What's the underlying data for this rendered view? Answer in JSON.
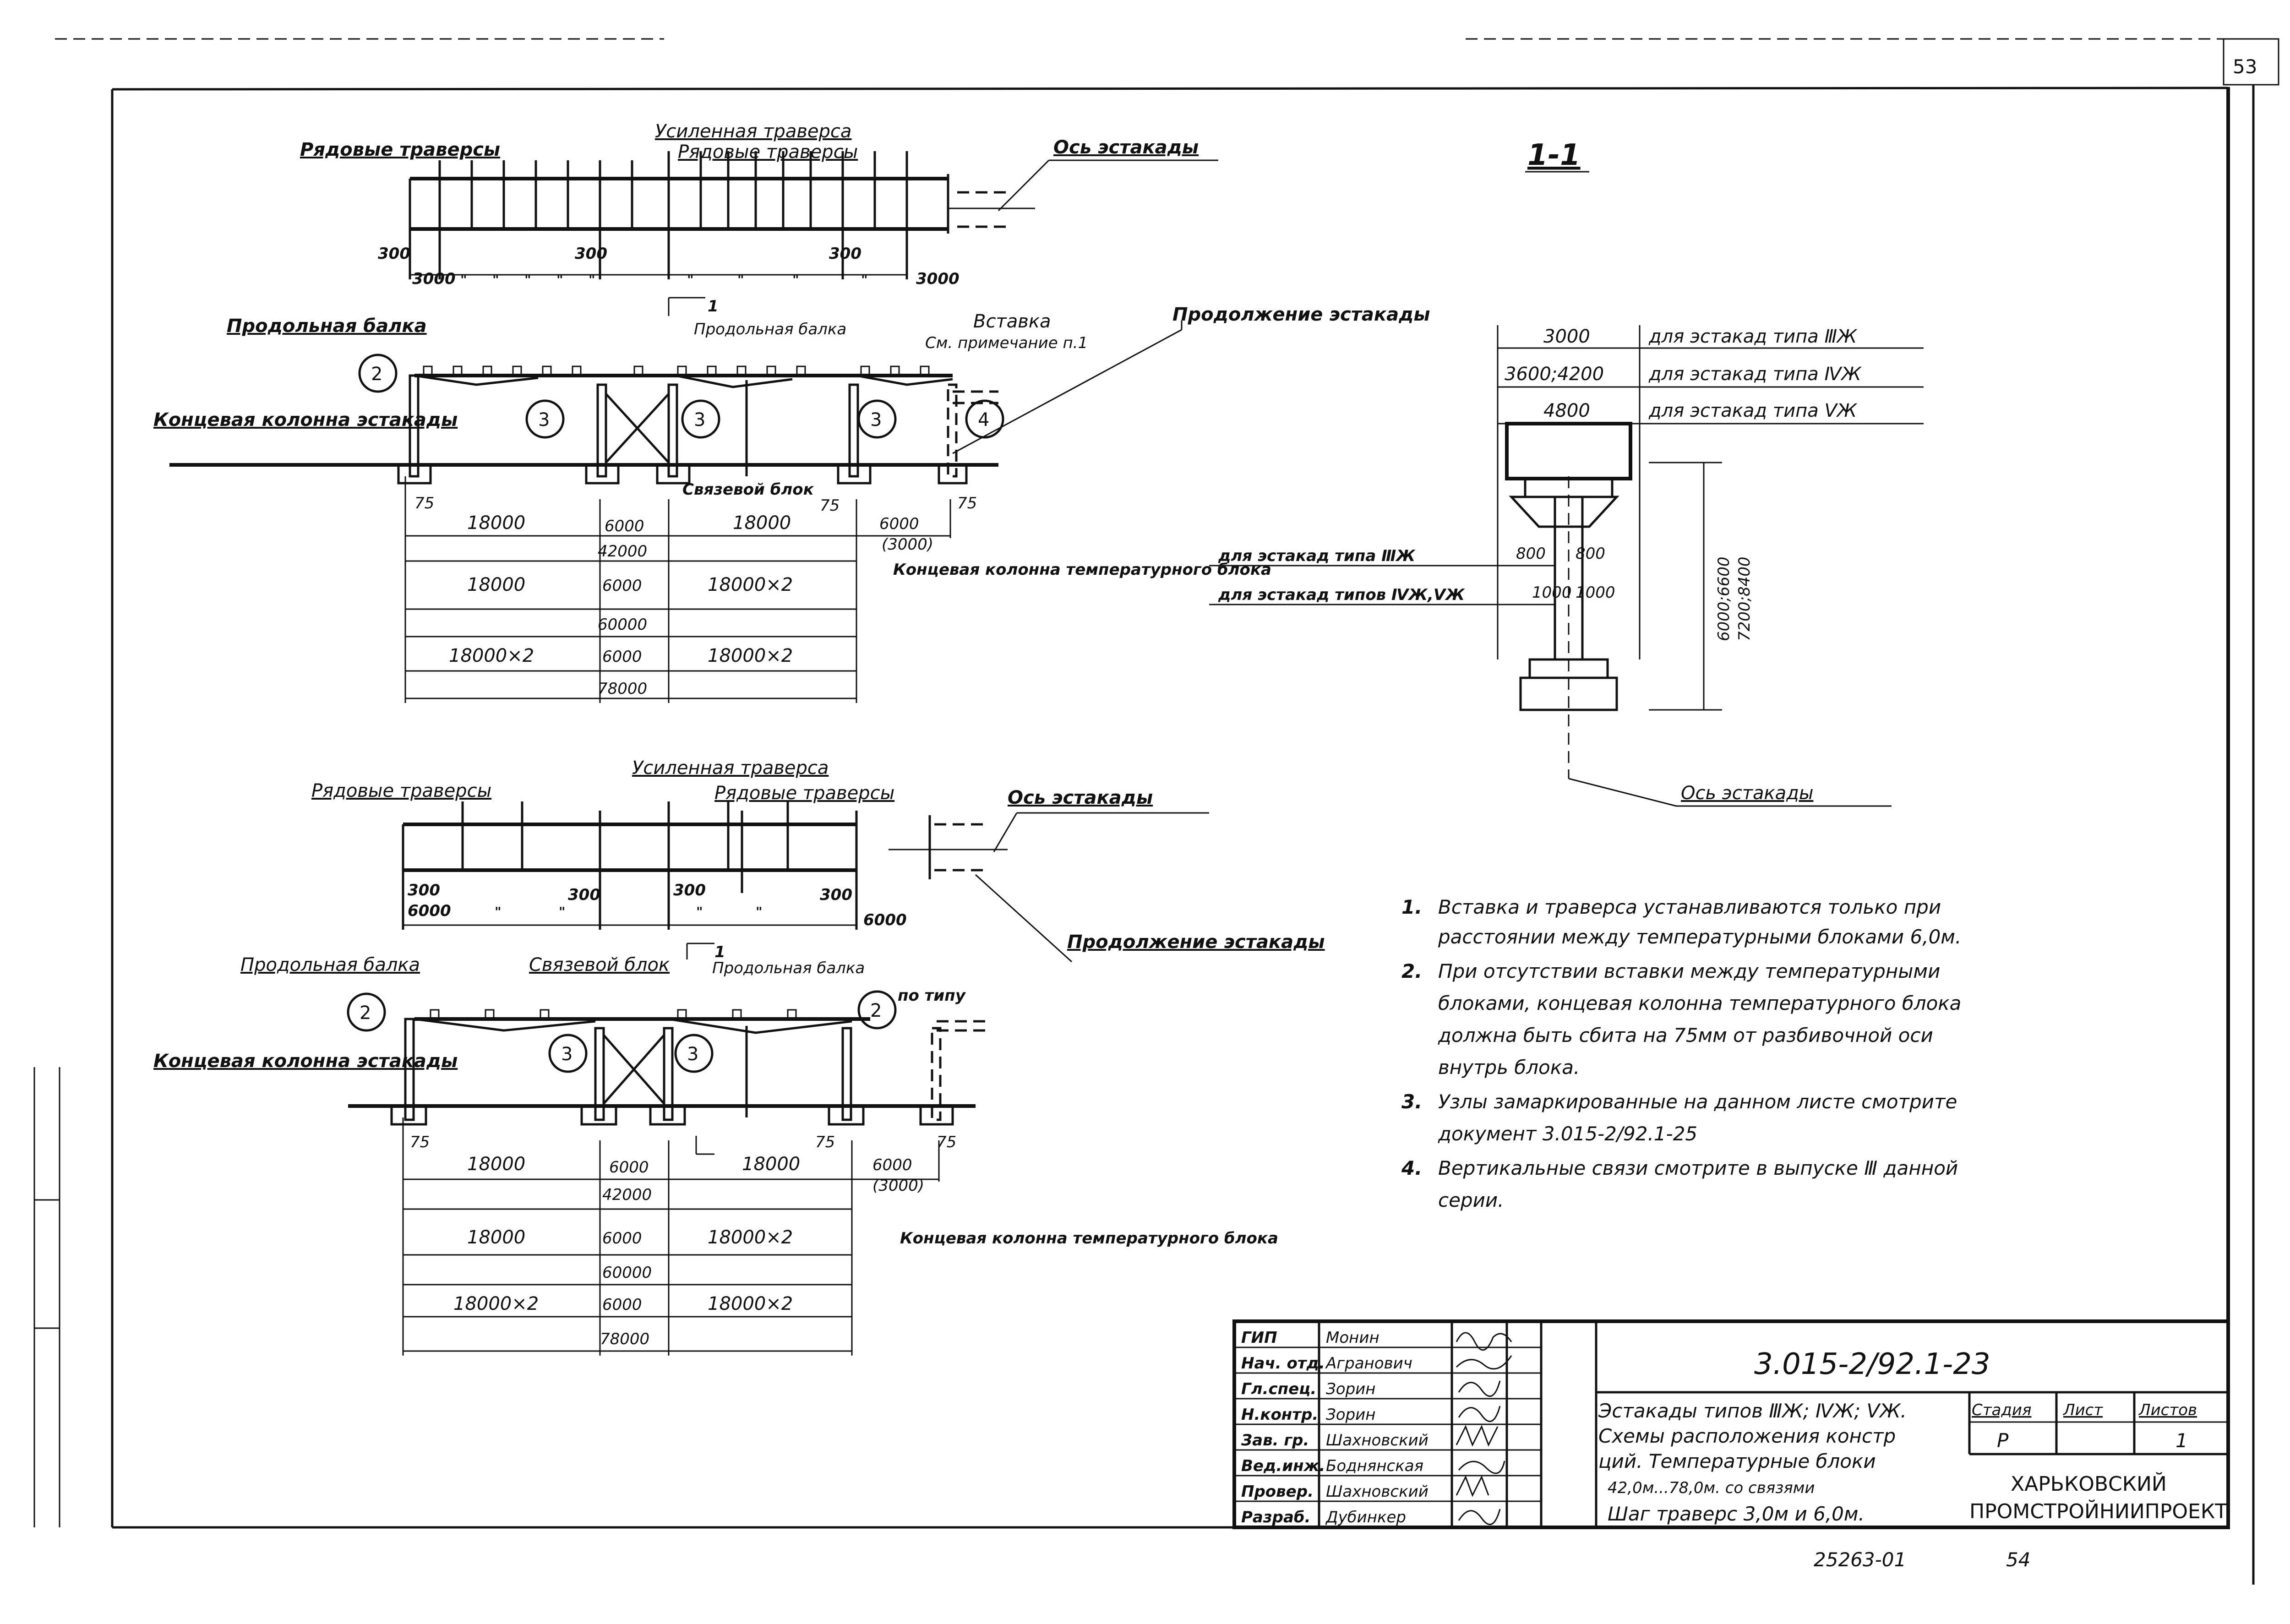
{
  "sheet": {
    "number": "53",
    "inventory_number": "25263-01",
    "inventory_page": "54",
    "margin_stamp_text": "",
    "signature_marks": true
  },
  "section": {
    "title": "1-1",
    "widths": [
      "3000",
      "3600;4200",
      "4800"
    ],
    "width_notes": [
      "для эстакад типа ⅢЖ",
      "для эстакад типа ⅣЖ",
      "для эстакад типа ⅤЖ"
    ],
    "crossbar_type3": "для эстакад типа ⅢЖ",
    "crossbar_type45": "для эстакад типов ⅣЖ,ⅤЖ",
    "dims_800": "800",
    "dims_1000": "1000",
    "height_dim": "6000;6600",
    "height_dim2": "7200;8400",
    "axis_label": "Ось эстакады"
  },
  "scheme1": {
    "row_crossbars_left": "Рядовые траверсы",
    "reinforced_crossbar": "Усиленная траверса",
    "row_crossbars_right": "Рядовые траверсы",
    "axis_label": "Ось эстакады",
    "continuation": "Продолжение эстакады",
    "insert_title": "Вставка",
    "insert_note": "См. примечание п.1",
    "long_beam_left": "Продольная балка",
    "long_beam_mid": "Продольная балка",
    "end_column": "Концевая колонна эстакады",
    "tie_block": "Связевой блок",
    "temp_block_column": "Концевая колонна температурного блока",
    "marker_cut": "1",
    "node_markers": [
      "2",
      "3",
      "3",
      "3",
      "4"
    ],
    "plan_dims": [
      "300",
      "3000",
      "300",
      "300",
      "3000"
    ],
    "plan_tick_marks": "\"",
    "dim_75": "75",
    "dim_18000": "18000",
    "dim_6000": "6000",
    "dim_3000": "(3000)",
    "dim_42000": "42000",
    "dim_60000": "60000",
    "dim_78000": "78000",
    "dim_18000x2": "18000×2"
  },
  "scheme2": {
    "row_crossbars_left": "Рядовые траверсы",
    "reinforced_crossbar": "Усиленная траверса",
    "row_crossbars_right": "Рядовые траверсы",
    "axis_label": "Ось эстакады",
    "continuation": "Продолжение эстакады",
    "long_beam_left": "Продольная балка",
    "tie_block": "Связевой блок",
    "long_beam_mid": "Продольная балка",
    "by_type": "по типу",
    "end_column": "Концевая колонна эстакады",
    "temp_block_column": "Концевая колонна температурного блока",
    "marker_cut": "1",
    "node_markers": [
      "2",
      "3",
      "3",
      "2"
    ],
    "plan_dims": [
      "300",
      "6000",
      "300",
      "300",
      "300",
      "6000"
    ],
    "plan_tick_marks": "\"",
    "dim_75": "75",
    "dim_18000": "18000",
    "dim_6000": "6000",
    "dim_3000": "(3000)",
    "dim_42000": "42000",
    "dim_60000": "60000",
    "dim_78000": "78000",
    "dim_18000x2": "18000×2"
  },
  "notes": [
    {
      "num": "1.",
      "lines": [
        "Вставка и траверса устанавливаются только при",
        "расстоянии между температурными блоками 6,0м."
      ]
    },
    {
      "num": "2.",
      "lines": [
        "При отсутствии вставки между температурными",
        "блоками, концевая колонна температурного блока",
        "должна быть сбита на 75мм от разбивочной оси",
        "внутрь блока."
      ]
    },
    {
      "num": "3.",
      "lines": [
        "Узлы замаркированные на данном листе смотрите",
        "документ 3.015-2/92.1-25"
      ]
    },
    {
      "num": "4.",
      "lines": [
        "Вертикальные связи смотрите в выпуске Ⅲ данной",
        "серии."
      ]
    }
  ],
  "title_block": {
    "roles": [
      "ГИП",
      "Нач. отд.",
      "Гл.спец.",
      "Н.контр.",
      "Зав. гр.",
      "Вед.инж.",
      "Провер.",
      "Разраб."
    ],
    "names": [
      "Монин",
      "Агранович",
      "Зорин",
      "Зорин",
      "Шахновский",
      "Боднянская",
      "Шахновский",
      "Дубинкер"
    ],
    "doc_code": "3.015-2/92.1-23",
    "title_lines": [
      "Эстакады типов ⅢЖ; ⅣЖ; ⅤЖ.",
      "Схемы расположения констр",
      "ций. Температурные блоки",
      "42,0м...78,0м. со связями",
      "Шаг траверс 3,0м и 6,0м."
    ],
    "stage_label": "Стадия",
    "sheet_label": "Лист",
    "sheets_label": "Листов",
    "stage_value": "Р",
    "sheet_value": "",
    "sheets_value": "1",
    "org_line1": "ХАРЬКОВСКИЙ",
    "org_line2": "ПРОМСТРОЙНИИПРОЕКТ"
  }
}
